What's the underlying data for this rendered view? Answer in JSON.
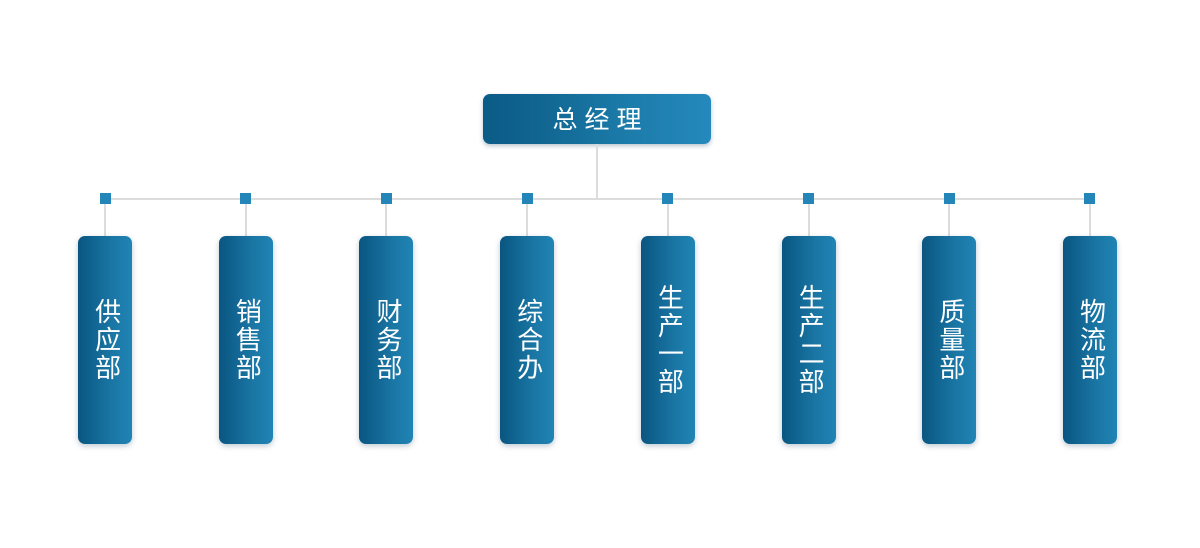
{
  "chart": {
    "type": "org-chart",
    "title": "",
    "orientation": "top-down",
    "colors": {
      "node_gradient_start": "#0a5680",
      "node_gradient_end": "#2589bd",
      "marker": "#2485b9",
      "connector_line": "#dcdcdc",
      "label_text": "#ffffff",
      "background": "#ffffff"
    },
    "root": {
      "label": "总经理"
    },
    "departments": [
      {
        "label": "供应部"
      },
      {
        "label": "销售部"
      },
      {
        "label": "财务部"
      },
      {
        "label": "综合办"
      },
      {
        "label": "生产一部"
      },
      {
        "label": "生产二部"
      },
      {
        "label": "质量部"
      },
      {
        "label": "物流部"
      }
    ]
  }
}
